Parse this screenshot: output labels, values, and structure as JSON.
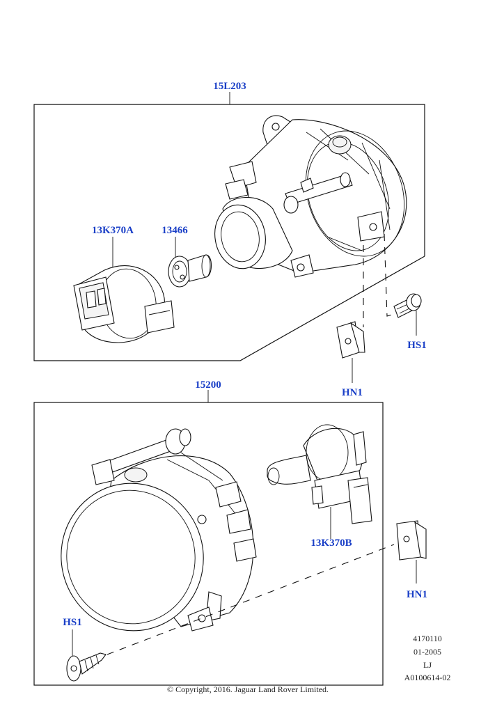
{
  "callouts": {
    "upper_assembly": "15L203",
    "upper_connector": "13K370A",
    "upper_bulb": "13466",
    "upper_screw": "HS1",
    "upper_clip": "HN1",
    "lower_assembly": "15200",
    "lower_connector": "13K370B",
    "lower_clip": "HN1",
    "lower_screw": "HS1"
  },
  "reference": {
    "line1": "4170110",
    "line2": "01-2005",
    "line3": "LJ",
    "line4": "A0100614-02"
  },
  "copyright": "© Copyright, 2016. Jaguar Land Rover Limited.",
  "colors": {
    "callout": "#1a3fc7",
    "linework": "#111111"
  }
}
